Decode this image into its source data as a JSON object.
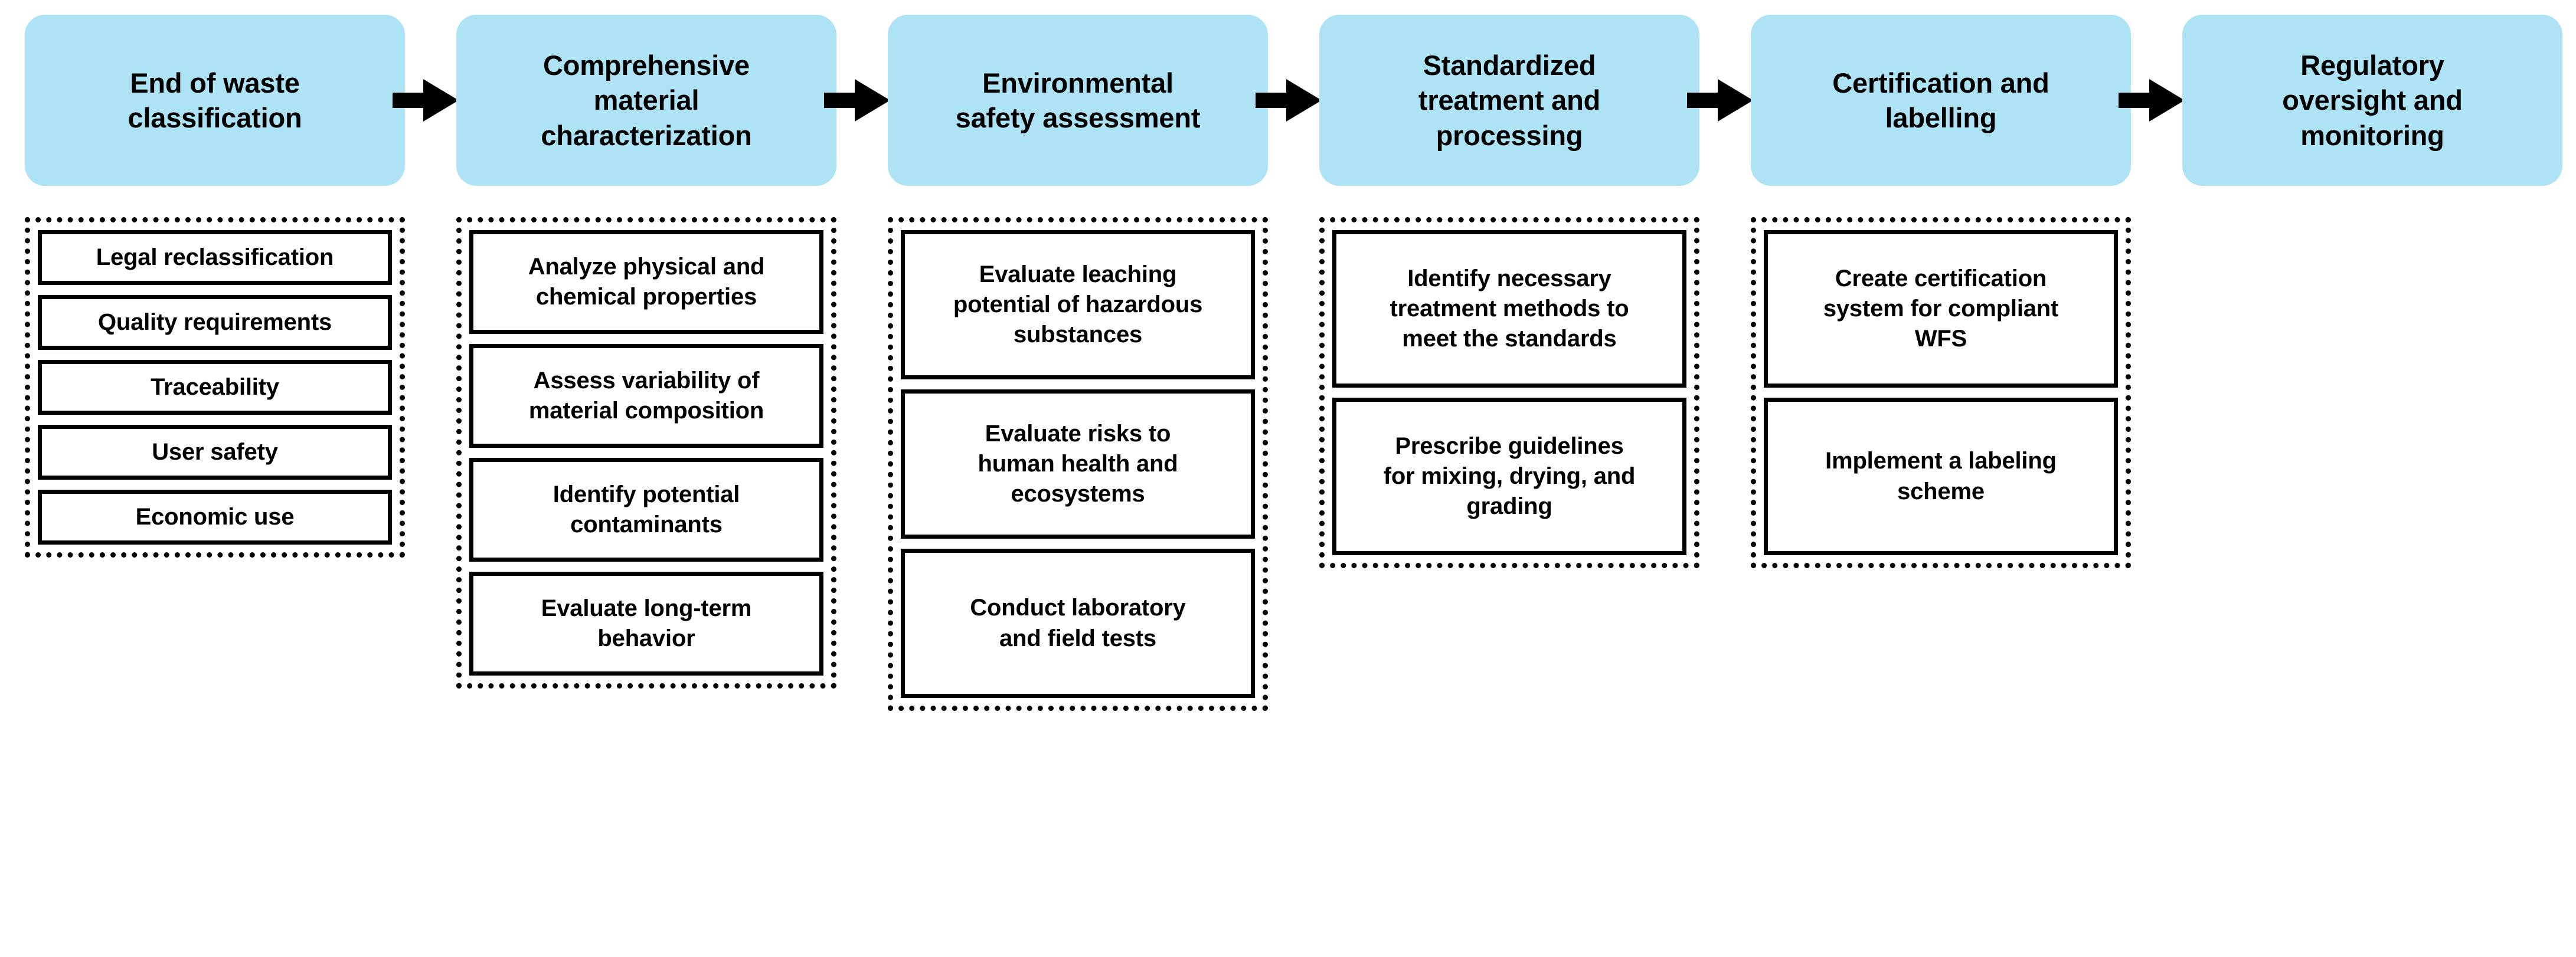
{
  "diagram": {
    "type": "process-flow",
    "orientation": "horizontal",
    "accent_color": "#ade3f4",
    "line_color": "#000000",
    "background_color": "#ffffff",
    "arrow_glyph": "block-right-arrow",
    "stages": [
      {
        "id": "end-of-waste-classification",
        "header": "End of waste\nclassification",
        "items": [
          "Legal reclassification",
          "Quality requirements",
          "Traceability",
          "User safety",
          "Economic use"
        ]
      },
      {
        "id": "comprehensive-material-characterization",
        "header": "Comprehensive\nmaterial\ncharacterization",
        "items": [
          "Analyze physical and\nchemical properties",
          "Assess variability of\nmaterial composition",
          "Identify potential\ncontaminants",
          "Evaluate long-term\nbehavior"
        ]
      },
      {
        "id": "environmental-safety-assessment",
        "header": "Environmental\nsafety assessment",
        "items": [
          "Evaluate leaching\npotential of hazardous\nsubstances",
          "Evaluate risks to\nhuman health and\necosystems",
          "Conduct laboratory\nand field tests"
        ]
      },
      {
        "id": "standardized-treatment-and-processing",
        "header": "Standardized\ntreatment and\nprocessing",
        "items": [
          "Identify necessary\ntreatment methods to\nmeet the standards",
          "Prescribe guidelines\nfor mixing, drying, and\ngrading"
        ]
      },
      {
        "id": "certification-and-labelling",
        "header": "Certification and\nlabelling",
        "items": [
          "Create certification\nsystem for compliant\nWFS",
          "Implement a labeling\nscheme"
        ]
      },
      {
        "id": "regulatory-oversight-and-monitoring",
        "header": "Regulatory\noversight and\nmonitoring",
        "items": []
      }
    ]
  }
}
